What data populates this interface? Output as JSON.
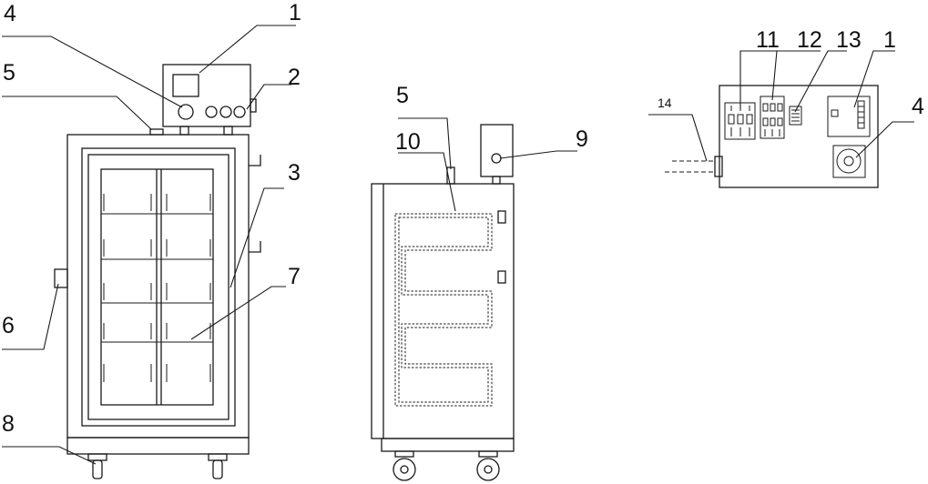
{
  "callouts": {
    "front": [
      "4",
      "1",
      "5",
      "2",
      "3",
      "6",
      "7",
      "8"
    ],
    "side": [
      "5",
      "10",
      "9"
    ],
    "panel": [
      "11",
      "12",
      "13",
      "1",
      "14",
      "4"
    ]
  },
  "colors": {
    "ink": "#1a1a1a",
    "paper": "#ffffff"
  }
}
